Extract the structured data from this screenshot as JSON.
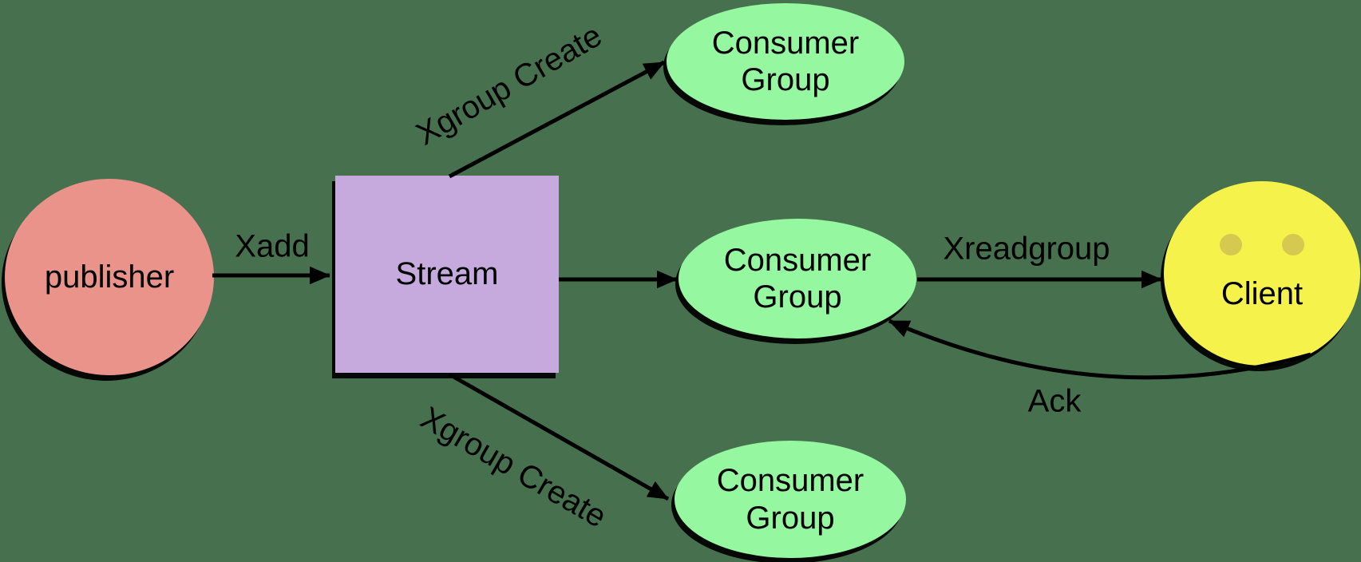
{
  "diagram": {
    "type": "flow-diagram",
    "background_color": "#47714E",
    "arrow_color": "#000000",
    "text_color": "#000000",
    "nodes": {
      "publisher": {
        "label": "publisher",
        "shape": "circle",
        "color": "#E9938A"
      },
      "stream": {
        "label": "Stream",
        "shape": "rectangle",
        "color": "#C6AADD"
      },
      "consumer_group_top": {
        "label": "Consumer Group",
        "shape": "ellipse",
        "color": "#95F8A0"
      },
      "consumer_group_middle": {
        "label": "Consumer Group",
        "shape": "ellipse",
        "color": "#95F8A0"
      },
      "consumer_group_bottom": {
        "label": "Consumer Group",
        "shape": "ellipse",
        "color": "#95F8A0"
      },
      "client": {
        "label": "Client",
        "shape": "circle",
        "color": "#F4F24B",
        "eye_color": "#D6C94F"
      }
    },
    "edges": {
      "xadd": {
        "label": "Xadd",
        "from": "publisher",
        "to": "stream"
      },
      "xgroup_create_top": {
        "label": "Xgroup Create",
        "from": "stream",
        "to": "consumer_group_top"
      },
      "stream_to_middle_group": {
        "label": "",
        "from": "stream",
        "to": "consumer_group_middle"
      },
      "xgroup_create_bottom": {
        "label": "Xgroup Create",
        "from": "stream",
        "to": "consumer_group_bottom"
      },
      "xreadgroup": {
        "label": "Xreadgroup",
        "from": "consumer_group_middle",
        "to": "client"
      },
      "ack": {
        "label": "Ack",
        "from": "client",
        "to": "consumer_group_middle"
      }
    }
  }
}
